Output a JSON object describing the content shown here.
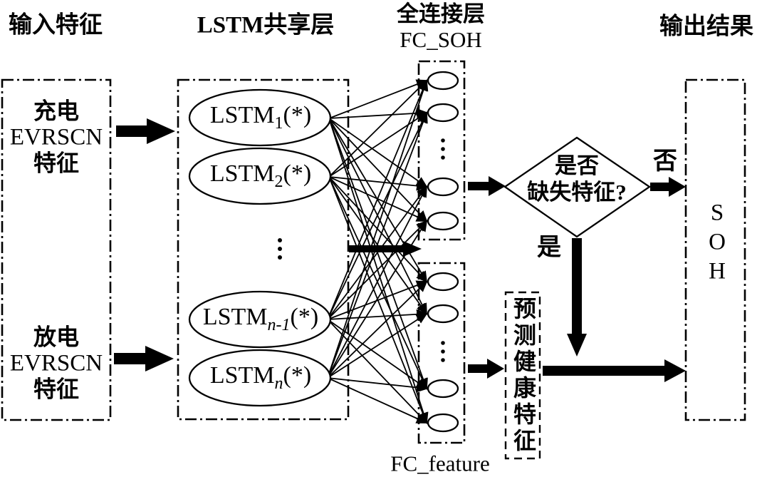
{
  "headers": {
    "input": "输入特征",
    "lstm": "LSTM共享层",
    "fc_line1": "全连接层",
    "fc_line2": "FC_SOH",
    "output": "输出结果"
  },
  "input_boxes": {
    "top": {
      "line1": "充电",
      "line2": "EVRSCN",
      "line3": "特征"
    },
    "bottom": {
      "line1": "放电",
      "line2": "EVRSCN",
      "line3": "特征"
    }
  },
  "lstm_nodes": [
    {
      "base": "LSTM",
      "sub": "1",
      "suffix": "(*)"
    },
    {
      "base": "LSTM",
      "sub": "2",
      "suffix": "(*)"
    },
    {
      "base": "LSTM",
      "sub": "n-1",
      "suffix": "(*)"
    },
    {
      "base": "LSTM",
      "sub": "n",
      "suffix": "(*)"
    }
  ],
  "decision": {
    "line1": "是否",
    "line2": "缺失特征?",
    "yes_label": "是",
    "no_label": "否"
  },
  "predict_box_label": "预测健康特征",
  "fc_feature_label": "FC_feature",
  "soh": {
    "line1": "S",
    "line2": "O",
    "line3": "H"
  },
  "colors": {
    "line": "#000000",
    "background": "#ffffff"
  }
}
